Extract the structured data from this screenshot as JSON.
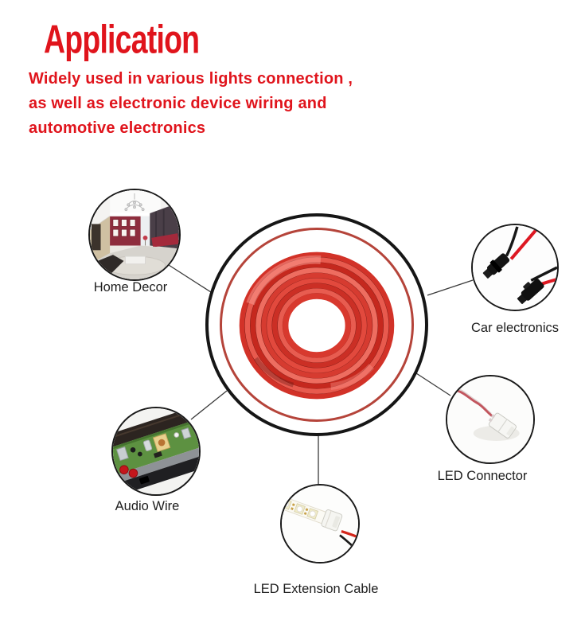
{
  "header": {
    "title": "Application",
    "description_lines": [
      "Widely used in various lights connection ,",
      "as well as electronic device wiring and",
      "automotive electronics"
    ]
  },
  "hub": {
    "image": "coiled-red-wire"
  },
  "applications": [
    {
      "id": "home-decor",
      "label": "Home Decor",
      "image": "home-interior-photo"
    },
    {
      "id": "car-electronics",
      "label": "Car electronics",
      "image": "sm-connectors-red-black-wires-photo"
    },
    {
      "id": "led-connector",
      "label": "LED Connector",
      "image": "white-led-strip-connector-photo"
    },
    {
      "id": "audio-wire",
      "label": "Audio Wire",
      "image": "amplifier-circuit-board-photo"
    },
    {
      "id": "led-extension-cable",
      "label": "LED Extension Cable",
      "image": "led-strip-clip-connector-photo"
    }
  ],
  "colors": {
    "accent_red": "#e0141c",
    "wire_red": "#d93a30",
    "ring_red": "#b5443a",
    "circle_border": "#1a1a1a",
    "label_text": "#1d1d1d",
    "link_line": "#3a3a3a",
    "background": "#ffffff"
  }
}
